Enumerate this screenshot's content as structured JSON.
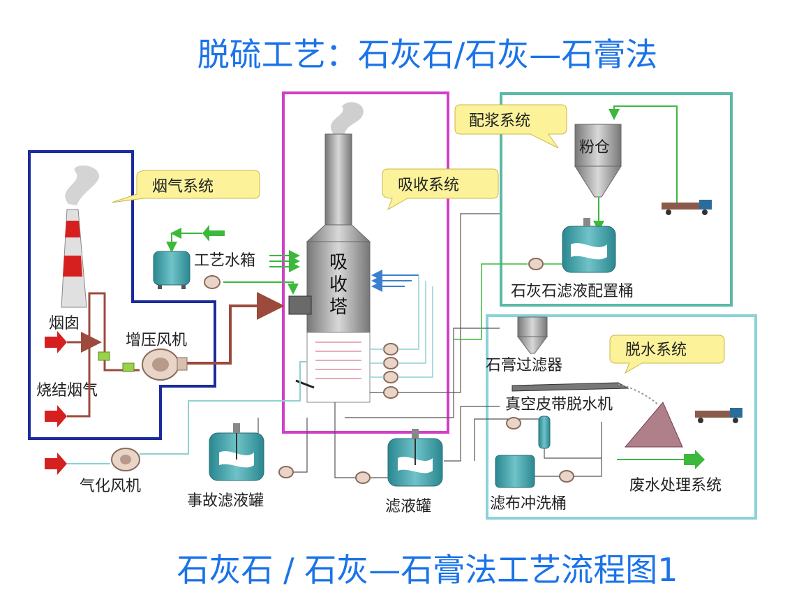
{
  "header": {
    "title": "脱硫工艺：石灰石/石灰—石膏法"
  },
  "footer": {
    "caption": "石灰石 / 石灰—石膏法工艺流程图1"
  },
  "systems": {
    "flue_gas": "烟气系统",
    "absorption": "吸收系统",
    "slurry_prep": "配浆系统",
    "dewatering": "脱水系统"
  },
  "components": {
    "chimney": "烟囱",
    "sinter_flue_gas": "烧结烟气",
    "booster_fan": "增压风机",
    "process_water_tank": "工艺水箱",
    "absorber_line1": "吸",
    "absorber_line2": "收",
    "absorber_line3": "塔",
    "powder_silo": "粉仓",
    "limestone_tank": "石灰石滤液配置桶",
    "gypsum_filter": "石膏过滤器",
    "vacuum_belt": "真空皮带脱水机",
    "oxidation_fan": "气化风机",
    "emergency_tank": "事故滤液罐",
    "filtrate_tank": "滤液罐",
    "cloth_wash_tank": "滤布冲洗桶",
    "wastewater": "废水处理系统"
  },
  "colors": {
    "title_blue": "#1a73e8",
    "flue_box": "#1c2b9c",
    "absorb_box": "#d13fc8",
    "slurry_box": "#5bb8a6",
    "dewater_box": "#8ad3d8",
    "callout_fill": "#fbf29a",
    "tank_teal": "#3c9ca4",
    "pipe_brown": "#9c4a3c",
    "arrow_red": "#d62020",
    "arrow_green": "#3cb83c"
  }
}
